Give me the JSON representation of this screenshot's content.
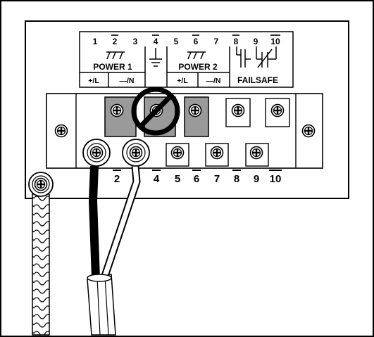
{
  "label_card": {
    "top_numbers": [
      "1",
      "2",
      "3",
      "4",
      "5",
      "6",
      "7",
      "8",
      "9",
      "10"
    ],
    "power1": "POWER 1",
    "power2": "POWER 2",
    "failsafe": "FAILSAFE",
    "plus_l_1": "+/L",
    "minus_n_1": "—/N",
    "plus_l_2": "+/L",
    "minus_n_2": "—/N"
  },
  "bottom_numbers": [
    "2",
    "4",
    "5",
    "6",
    "7",
    "8",
    "9",
    "10"
  ],
  "colors": {
    "line": "#000000",
    "background": "#ffffff",
    "terminal_shade": "#9a9a9a",
    "screw_face": "#ffffff"
  },
  "icons": [
    "ground-symbol-icon",
    "relay-contact-icon",
    "prohibited-sign-icon",
    "screw-icon",
    "ring-terminal-icon"
  ]
}
